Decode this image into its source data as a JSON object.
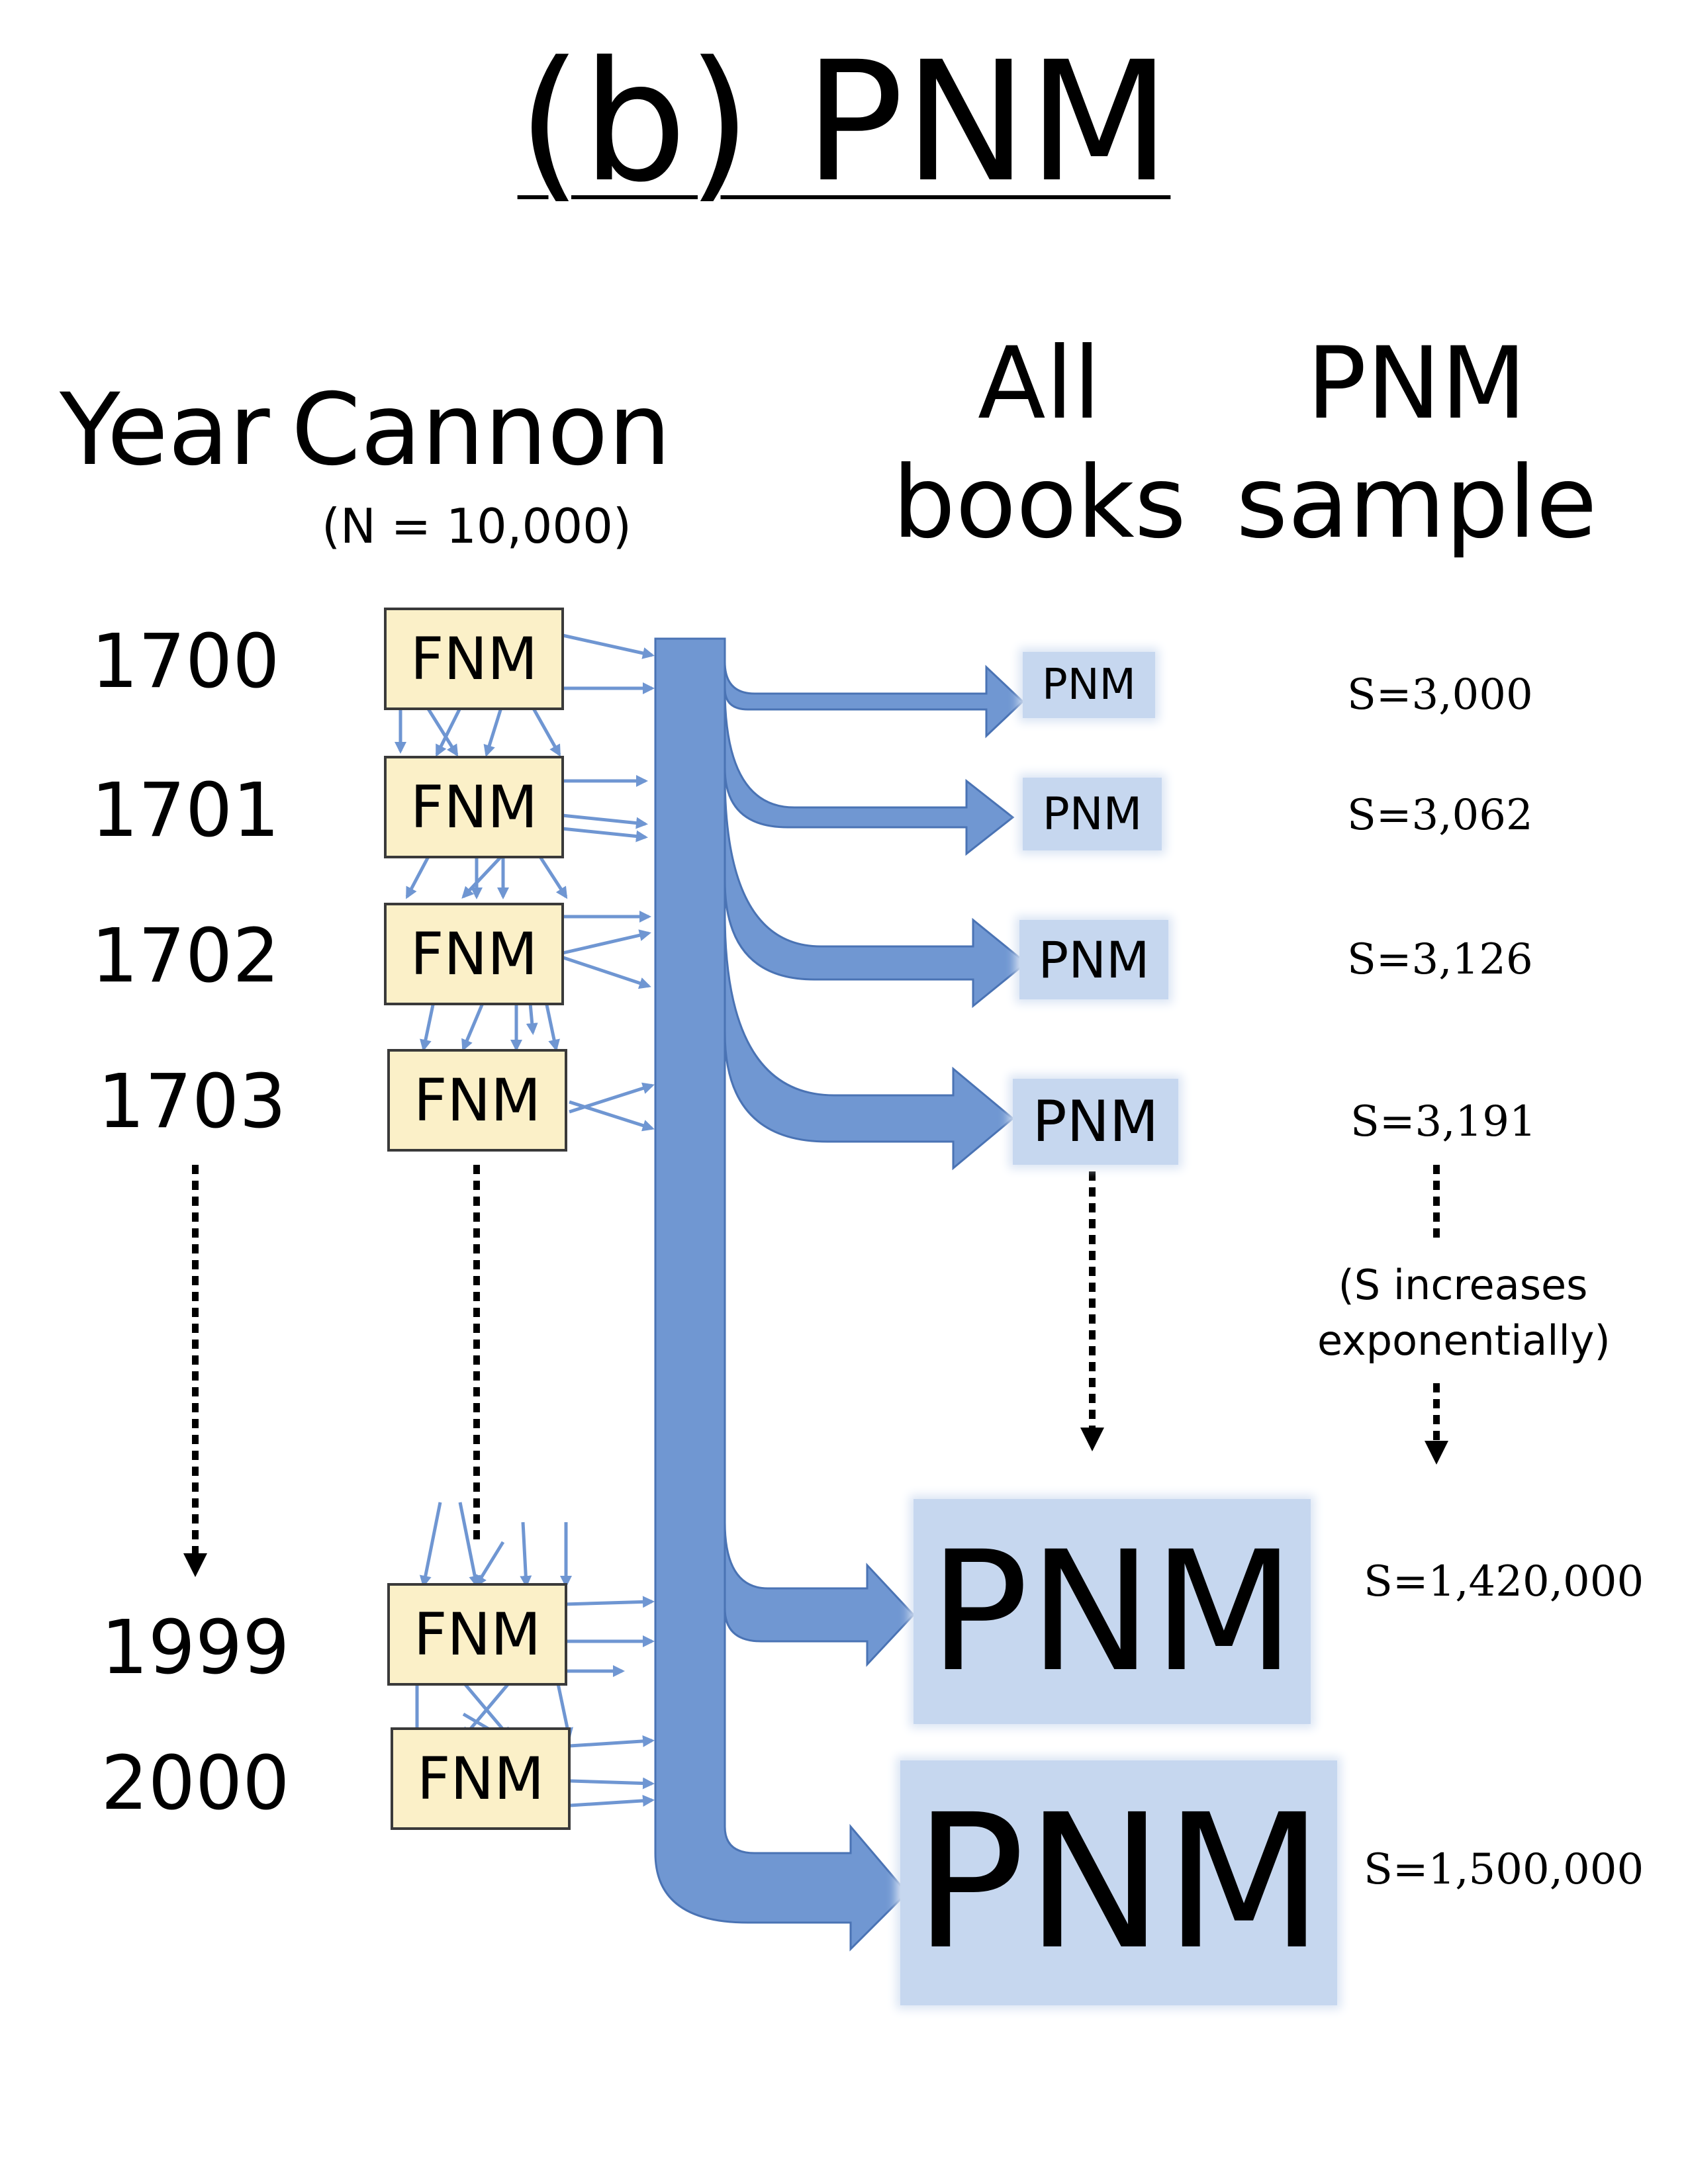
{
  "title": "(b) PNM",
  "headers": {
    "year": "Year",
    "cannon": "Cannon",
    "cannon_n": "(N = 10,000)",
    "all_books": "All\nbooks",
    "pnm_sample": "PNM\nsample"
  },
  "years": [
    "1700",
    "1701",
    "1702",
    "1703",
    "1999",
    "2000"
  ],
  "fnm_label": "FNM",
  "pnm_label": "PNM",
  "samples": [
    "S=3,000",
    "S=3,062",
    "S=3,126",
    "S=3,191",
    "S=1,420,000",
    "S=1,500,000"
  ],
  "note": "(S increases\nexponentially)",
  "colors": {
    "flow": "#7097d2",
    "fnm_fill": "#fbf0c8",
    "pnm_fill": "#c6d7ef"
  }
}
